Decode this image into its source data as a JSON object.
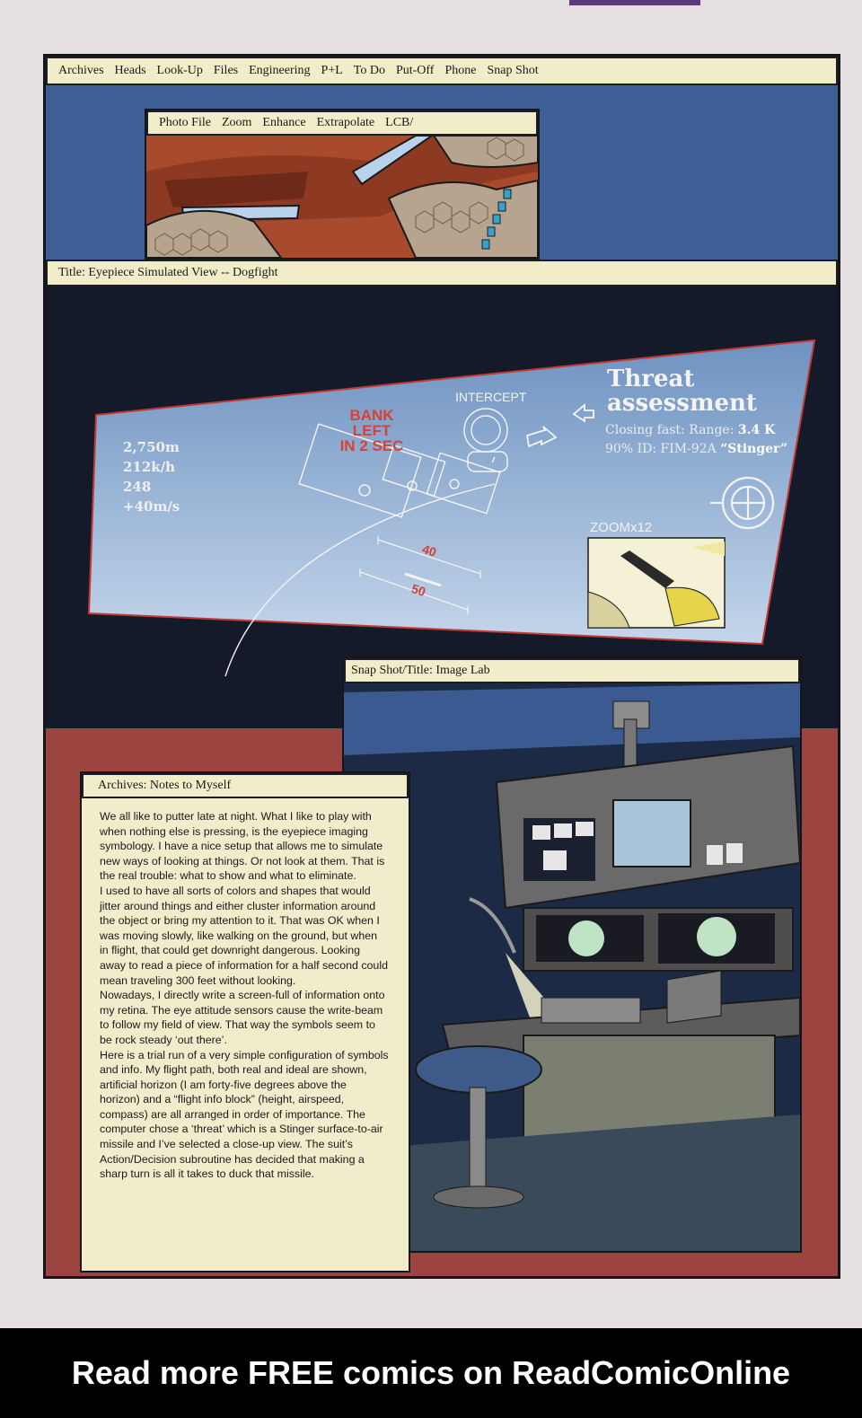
{
  "colors": {
    "menubar": "#f1edc8",
    "window_blue": "#3e5f96",
    "hud_blue": "#6f95c4",
    "hud_red": "#d8403a",
    "panel_red": "#9c4440",
    "footer": "#000000"
  },
  "top_menu": {
    "items": [
      "Archives",
      "Heads",
      "Look-Up",
      "Files",
      "Engineering",
      "P+L",
      "To Do",
      "Put-Off",
      "Phone",
      "Snap Shot"
    ]
  },
  "photo_window": {
    "menu_items": [
      "Photo File",
      "Zoom",
      "Enhance",
      "Extrapolate",
      "LCB/"
    ]
  },
  "dogfight": {
    "title": "Title: Eyepiece Simulated View -- Dogfight",
    "flight_info": [
      "2,750m",
      "212k/h",
      "248",
      "+40m/s"
    ],
    "bank_warning": [
      "BANK",
      "LEFT",
      "IN 2 SEC"
    ],
    "intercept_label": "INTERCEPT",
    "threat": {
      "title_line1": "Threat",
      "title_line2": "assessment",
      "closing_prefix": "Closing fast: Range: ",
      "range": "3.4 K",
      "id_prefix": "90% ID: FIM-92A ",
      "missile": "“Stinger”"
    },
    "zoom_label": "ZOOMx12",
    "scale_marks": [
      "40",
      "50"
    ],
    "icons": [
      "arrow-icon",
      "crosshair-icon",
      "missile-icon"
    ]
  },
  "image_lab": {
    "title": "Snap Shot/Title: Image Lab"
  },
  "notes": {
    "title": "Archives: Notes to Myself",
    "paragraphs": [
      "We all like to putter late at night. What I like to play with when nothing else is pressing, is the eyepiece imaging symbology. I have a nice setup that allows me to simulate new ways of looking at things. Or not look at them. That is the real trouble: what to show and what to eliminate.",
      "I used to have all sorts of colors and shapes that would jitter around things and either cluster information around the object or bring my attention to it. That was OK when I was moving slowly, like walking on the ground, but when in flight, that could get downright dangerous. Looking away to read a piece of information for a half second could mean traveling 300 feet without looking.",
      "Nowadays, I directly write a screen-full of information onto my retina. The eye attitude sensors cause the write-beam to follow my field of view. That way the symbols seem to be rock steady ‘out there’.",
      "Here is a trial run of a very simple configuration of symbols and info. My flight path, both real and ideal are shown, artificial horizon (I am forty-five degrees above the horizon) and a “flight info block” (height, airspeed, compass) are all arranged in order of importance. The computer chose a ‘threat’ which is a Stinger surface-to-air missile and I’ve selected a close-up view. The suit’s Action/Decision subroutine has decided that making a sharp turn is all it takes to duck that missile."
    ]
  },
  "footer": {
    "text": "Read more FREE comics on ReadComicOnline"
  }
}
